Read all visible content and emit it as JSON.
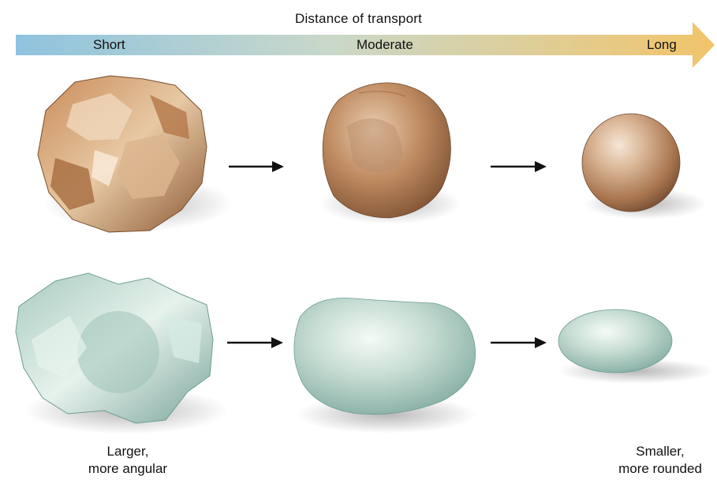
{
  "header": {
    "title": "Distance of transport",
    "scale_labels": [
      "Short",
      "Moderate",
      "Long"
    ]
  },
  "footer": {
    "left_line1": "Larger,",
    "left_line2": "more angular",
    "right_line1": "Smaller,",
    "right_line2": "more rounded"
  },
  "colors": {
    "arrow_start": "#8fc3df",
    "arrow_mid": "#c9d8c9",
    "arrow_end": "#f2c46a",
    "rock_tan": "#c9966a",
    "quartz_teal": "#bcd7cf"
  },
  "icons": {
    "process_arrow": "right-arrow-icon"
  }
}
